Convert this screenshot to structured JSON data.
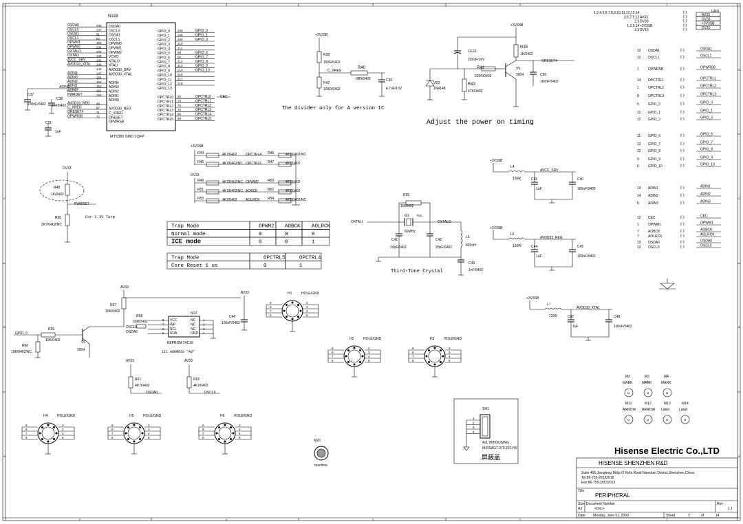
{
  "border": {
    "cols": [
      "5",
      "4",
      "3",
      "2",
      "1"
    ],
    "rows": [
      "D",
      "C",
      "B",
      "A"
    ]
  },
  "mcu": {
    "ref": "N11B",
    "part": "MT5380 SMD LQFP",
    "left_nets": [
      "OSDA0",
      "OSCL0",
      "OSDA1",
      "OSCL1",
      "OPWM1",
      "OPWM2",
      "OXTALO",
      "OXTALI",
      "AVCC_SRV",
      "AVDD33_XTAL",
      "",
      "ADIN4",
      "ADIN3",
      "ADIN2",
      "ADIN1",
      "ADIN0",
      "PWRDET",
      "",
      "AVDD33_REG",
      "C_XREG",
      "ORESET#",
      "OPWRSB"
    ],
    "left_pins": [
      "206",
      "207",
      "61",
      "62",
      "193",
      "204",
      "205",
      "148",
      "145",
      "146",
      "149",
      "147",
      "154",
      "153",
      "152",
      "151",
      "150",
      "",
      "88",
      "87",
      "71",
      "72"
    ],
    "left_inner": [
      "OSDA0",
      "OSCL0",
      "OSDA1",
      "OSCL1",
      "OPWM0",
      "OPWM1",
      "OPWM2",
      "VCXO",
      "XTALO",
      "XTALI",
      "AVDD33_SRV",
      "AVDD33_XTAL",
      "",
      "ADIN4",
      "ADIN3",
      "ADIN2",
      "ADIN1",
      "ADIN0",
      "",
      "AVDD33_REG",
      "C_XREG",
      "ORESET",
      "OPWRSB"
    ],
    "right_inner": [
      "GPIO_0",
      "GPIO_1",
      "GPIO_2",
      "GPIO_3",
      "GPIO_4",
      "GPIO_5",
      "GPIO_6",
      "GPIO_7",
      "GPIO_8",
      "GPIO_9",
      "GPIO_10",
      "GPIO_11",
      "GPIO_12",
      "GPIO_13",
      "",
      "OPCTRL0",
      "OPCTRL1",
      "OPCTRL2",
      "OPCTRL3",
      "OPCTRL4",
      "OPCTRL5"
    ],
    "right_pins": [
      "245",
      "246",
      "209",
      "210",
      "211",
      "58",
      "60",
      "212",
      "213",
      "214",
      "216",
      "217",
      "218",
      "",
      "",
      "82",
      "78",
      "76",
      "75",
      "80",
      "89"
    ],
    "right_nets": [
      "GPIO_0",
      "GPIO_1",
      "GPIO_3",
      "",
      "",
      "GPIO_6",
      "GPIO_7",
      "GPIO_8",
      "GPIO_9",
      "GPIO_10",
      "",
      "",
      "",
      "",
      "",
      "OPCTRL0",
      "OPCTRL1",
      "OPCTRL2",
      "OPCTRL3",
      "OPCTRL4",
      "OPCTRL5"
    ],
    "cec": "CEC"
  },
  "adin": {
    "c37": "C37",
    "c37v": "100nF/0402",
    "c38": "C38",
    "c38v": "1nF/0402",
    "c51": "C51",
    "c51v": "1nF",
    "adin3": "ADIN3"
  },
  "divider": {
    "supply": "+3V3SB",
    "r38": "R38",
    "r38v": "150R/0402",
    "r42": "R42",
    "r42v": "100R/0402",
    "r40": "R40",
    "r40v": "0R0/0402",
    "c35": "C35",
    "c35v": "4.7uF/10V",
    "net": "C_XREG",
    "note": "The divider only for A version IC"
  },
  "reset": {
    "supply": "+3V3SB",
    "ce22": "CE22",
    "ce22v": "220uF/16V",
    "vd2": "VD2",
    "vd2v": "1N4148",
    "r41": "R41",
    "r41v": "220R/0402",
    "r43": "R43",
    "r43v": "47K/0402",
    "r39": "R39",
    "r39v": "1K/0402",
    "v5": "V5",
    "v5v": "3904",
    "c36": "C36",
    "c36v": "100nF/0402",
    "net": "ORESET#",
    "note": "Adjust the power on timing"
  },
  "gnd_header": {
    "title": "GND",
    "pins": [
      "1,2,4,5,6,7,8,9,10,11,12,13,14",
      "2,6,7,9,12",
      "2,5",
      "1,2,5,14",
      "2,5"
    ],
    "nets": [
      "AV33",
      "DV33",
      "+3V3SB",
      "DV10"
    ]
  },
  "connectors": [
    {
      "pin": "12",
      "net": "OSDA1"
    },
    {
      "pin": "12",
      "net": "OSCL1"
    },
    {
      "pin": "1",
      "net": "OPWRSB"
    },
    {
      "pin": "14",
      "net": "OPCTRL1"
    },
    {
      "pin": "1",
      "net": "OPCTRL2"
    },
    {
      "pin": "8",
      "net": "OPCTRL3"
    },
    {
      "pin": "5",
      "net": "GPIO_0"
    },
    {
      "pin": "12",
      "net": "GPIO_1"
    },
    {
      "pin": "12",
      "net": "GPIO_3"
    },
    {
      "pin": "11",
      "net": "GPIO_6"
    },
    {
      "pin": "12",
      "net": "GPIO_7"
    },
    {
      "pin": "12",
      "net": "GPIO_8"
    },
    {
      "pin": "9",
      "net": "GPIO_9"
    },
    {
      "pin": "6",
      "net": "GPIO_10"
    },
    {
      "pin": "14",
      "net": "ADIN1"
    },
    {
      "pin": "14",
      "net": "ADIN2"
    },
    {
      "pin": "6",
      "net": "ADIN3"
    },
    {
      "pin": "12",
      "net": "CEC"
    },
    {
      "pin": "1",
      "net": "OPWM1"
    },
    {
      "pin": "7",
      "net": "AOBCK"
    },
    {
      "pin": "7",
      "net": "AOLRCK"
    },
    {
      "pin": "13",
      "net": "OSDA0"
    },
    {
      "pin": "12",
      "net": "OSCL0"
    }
  ],
  "trap_res": {
    "supply": "+3V3SB",
    "dv33": "DV33",
    "rows": [
      {
        "r": "R44",
        "rv": "4K7/0402",
        "net": "OPCTRL4",
        "r2": "R45",
        "r2v": "4K7/0402/NC"
      },
      {
        "r": "R46",
        "rv": "4K7/0402/NC",
        "net": "OPCTRL5",
        "r2": "R47",
        "r2v": "4K7/0402"
      },
      {
        "r": "R49",
        "rv": "4K7/0402/NC",
        "net": "OPWM2",
        "r2": "R50",
        "r2v": "4K7/0402"
      },
      {
        "r": "R51",
        "rv": "4K7/0402/NC",
        "net": "AOBCK",
        "r2": "R52",
        "r2v": "4K7/0402"
      },
      {
        "r": "R53",
        "rv": "4K7/0402",
        "net": "AOLRCK",
        "r2": "R54",
        "r2v": "4K7/0402/NC"
      }
    ]
  },
  "trap_table1": {
    "headers": [
      "Trap Mode",
      "OPWM2",
      "AOBCK",
      "AOLRCK"
    ],
    "rows": [
      [
        "Normal mode",
        "0",
        "0",
        "0"
      ],
      [
        "ICE mode",
        "0",
        "0",
        "1"
      ]
    ]
  },
  "trap_table2": {
    "headers": [
      "Trap Mode",
      "OPCTRL5",
      "OPCTRL4"
    ],
    "rows": [
      [
        "Core Reset 1 us",
        "0",
        "1"
      ]
    ]
  },
  "pwrdet": {
    "dv33": "DV33",
    "r48": "R48",
    "r48v": "1K/0402",
    "net": "PWRDET",
    "r56": "R56",
    "r56v": "2K7/0402/NC",
    "note": "For 3.3V Tarp"
  },
  "crystal": {
    "xtali": "OXTALI",
    "xtalo": "OXTALO",
    "r55": "R55",
    "r55v": "1M/0402",
    "g1": "G1",
    "g1v": "60MHz",
    "tag": "TXC",
    "c41": "C41",
    "c41v": "20pF/0402",
    "c42": "C42",
    "c42v": "20pF/0402",
    "l5": "L5",
    "l5v": "820nH",
    "c43": "C43",
    "c43v": "1nF/0402",
    "note": "Third-Tone Crystal"
  },
  "avcc_srv": {
    "supply": "+3V3SB",
    "l4": "L4",
    "l4v": "120R",
    "net": "AVCC_SRV",
    "c39": "C39",
    "c39v": "1uF",
    "c40": "C40",
    "c40v": "100nF/0402"
  },
  "avdd33_reg": {
    "supply": "+3V3SB",
    "l6": "L6",
    "l6v": "120R",
    "net": "AVDD33_REG",
    "c44": "C44",
    "c44v": "1uF",
    "c45": "C45",
    "c45v": "100nF/0402"
  },
  "avdd33_xtal": {
    "supply": "+3V3SB",
    "l7": "L7",
    "l7v": "120R",
    "net": "AVDD33_XTAL",
    "c47": "C47",
    "c47v": "1uF",
    "c48": "C48",
    "c48v": "100nF/0402"
  },
  "eeprom": {
    "av33": "AV33",
    "r57": "R57",
    "r57v": "10K/0402",
    "r58": "R58",
    "r58v": "33R/0402",
    "n12": "N12",
    "pins_l": [
      "VCC",
      "WP",
      "SCL",
      "SDA"
    ],
    "pins_r": [
      "NC",
      "NC",
      "NC",
      "GND"
    ],
    "nl": [
      "8",
      "7",
      "6",
      "5"
    ],
    "nr": [
      "1",
      "2",
      "3",
      "4"
    ],
    "nets": [
      "OSCL0",
      "OSDA0"
    ],
    "part": "EEPROM 24C16",
    "note": "IIC ADDRESS \"A0\"",
    "av33b": "AV33",
    "c46": "C46",
    "c46v": "100nF/0402",
    "gpio": "GPIO_0",
    "r59": "R59",
    "r59v": "10K/0402",
    "r60": "R60",
    "r60v": "10K/0402/NC",
    "v6": "V6",
    "v6v": "3904",
    "r61": "R61",
    "r61v": "4K7/0402",
    "r61n": "OSDA0",
    "r62": "R62",
    "r62v": "4K7/0402",
    "r62n": "OSCL0"
  },
  "holes": [
    {
      "ref": "H1",
      "label": "HOLE/GND"
    },
    {
      "ref": "H2",
      "label": "HOLE/GND"
    },
    {
      "ref": "H3",
      "label": "HOLE/GND"
    },
    {
      "ref": "H4",
      "label": "HOLE/GND"
    },
    {
      "ref": "H5",
      "label": "HOLE/GND"
    },
    {
      "ref": "H6",
      "label": "HOLE/GND"
    }
  ],
  "hole_pins_l": [
    "9",
    "8",
    "7",
    "6"
  ],
  "hole_pins_r": [
    "2",
    "3",
    "4",
    "5"
  ],
  "marks": [
    {
      "ref": "M2",
      "label": "MARK"
    },
    {
      "ref": "M3",
      "label": "MARK"
    },
    {
      "ref": "M4",
      "label": "MARK"
    },
    {
      "ref": "M11",
      "label": "ARROW"
    },
    {
      "ref": "M12",
      "label": "ARROW"
    },
    {
      "ref": "M13",
      "label": "Label"
    },
    {
      "ref": "M14",
      "label": "Label"
    }
  ],
  "m20": {
    "ref": "M20",
    "label": "machine"
  },
  "shield": {
    "ref": "SH1",
    "label1": "4x1 W/HOUSING",
    "label2": "M-RSAG7.070.201-HX",
    "cn": "屏蔽盖",
    "pins": [
      "1",
      "2",
      "3",
      "4"
    ]
  },
  "title_block": {
    "company": "Hisense Electric Co.,LTD",
    "dept": "HISENSE SHENZHEN R&D",
    "addr1": "Suite 406,Jiangteng Bldg,#2 Kefa Road Nanshan District,Shenzhen,China",
    "addr2": "Tel:86-755-26532018",
    "addr3": "Fax:86-755-26532013",
    "title_label": "Title",
    "title": "PERIPHERAL",
    "size_label": "Size",
    "size": "A3",
    "doc_label": "Document Number",
    "doc": "<Doc>",
    "rev_label": "Rev",
    "rev": "1.1",
    "date_label": "Date:",
    "date": "Monday, June 01, 2009",
    "sheet_label": "Sheet",
    "sheet": "3",
    "of": "of",
    "total": "14"
  }
}
